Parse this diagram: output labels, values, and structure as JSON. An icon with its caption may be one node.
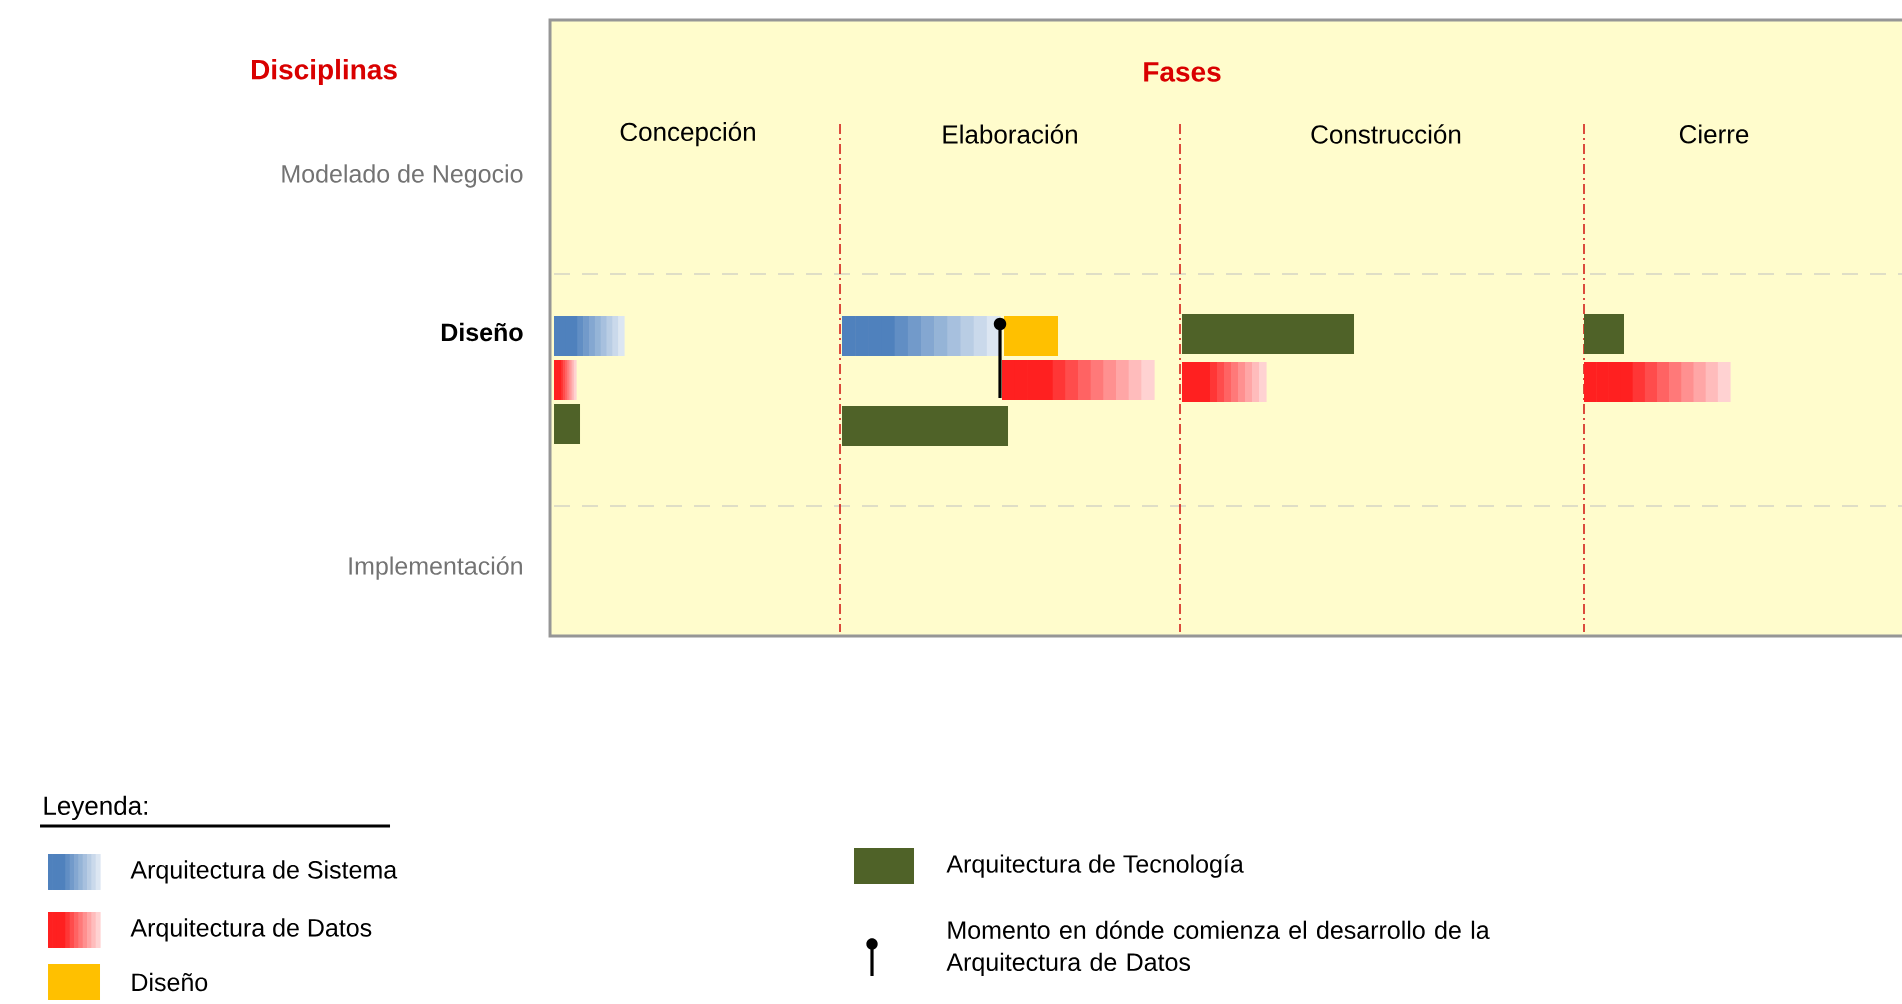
{
  "diagram": {
    "labels": [
      "Disciplinas",
      "Fases",
      "Concepción",
      "Elaboración",
      "Construcción",
      "Cierre",
      "Modelado de Negocio",
      "Diseño",
      "Implementación",
      "Leyenda:"
    ],
    "legend": [
      {
        "text": "Arquitectura de Sistema",
        "color": "#4f81bd"
      },
      {
        "text": "Arquitectura de Datos",
        "color": "#ff2020"
      },
      {
        "text": "Diseño",
        "color": "#ffc000"
      },
      {
        "text": "Arquitectura de Tecnología",
        "color": "#4f6228"
      },
      {
        "text": "Momento en dónde comienza el desarrollo de la Arquitectura de Datos"
      }
    ]
  }
}
